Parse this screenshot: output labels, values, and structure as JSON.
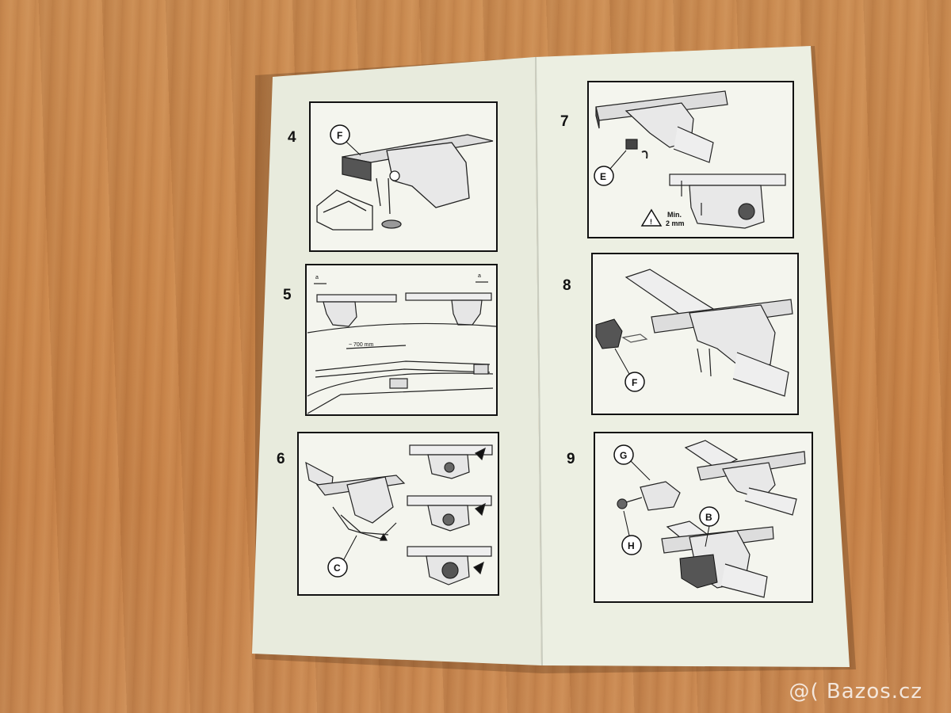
{
  "watermark": "@( Bazos.cz",
  "steps": {
    "s4": {
      "number": "4",
      "callout": "F"
    },
    "s5": {
      "number": "5",
      "dim_a_left": "a",
      "dim_a_right": "a",
      "distance": "~ 700 mm"
    },
    "s6": {
      "number": "6",
      "callout": "C"
    },
    "s7": {
      "number": "7",
      "callout": "E",
      "warning": "Min.",
      "warning2": "2 mm"
    },
    "s8": {
      "number": "8",
      "callout": "F"
    },
    "s9": {
      "number": "9",
      "callout_g": "G",
      "callout_h": "H",
      "callout_b": "B"
    }
  },
  "colors": {
    "wood": "#c98a50",
    "paper": "#e9ecdf",
    "ink": "#1a1a1a"
  }
}
